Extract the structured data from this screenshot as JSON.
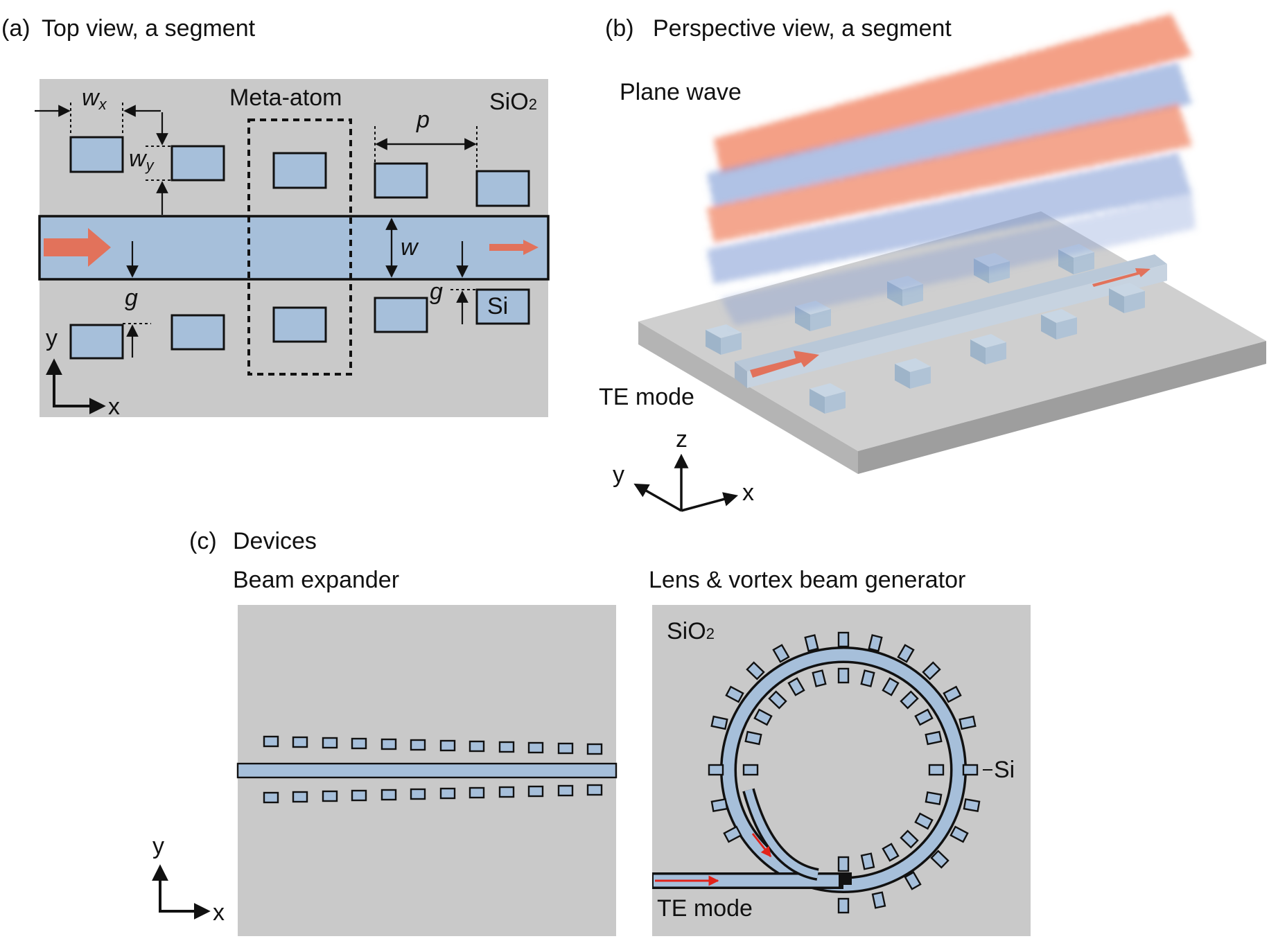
{
  "panel_a": {
    "tag": "(a)",
    "title": "Top view, a segment",
    "meta_atom_label": "Meta-atom",
    "substrate_label": "SiO",
    "substrate_sub": "2",
    "si_label": "Si",
    "wx_label": "w",
    "wx_sub": "x",
    "wy_label": "w",
    "wy_sub": "y",
    "p_label": "p",
    "w_label": "w",
    "g_label_left": "g",
    "g_label_right": "g",
    "axis_y": "y",
    "axis_x": "x"
  },
  "panel_b": {
    "tag": "(b)",
    "title": "Perspective view, a segment",
    "plane_wave_label": "Plane wave",
    "te_mode_label": "TE mode",
    "axis_z": "z",
    "axis_y": "y",
    "axis_x": "x"
  },
  "panel_c": {
    "tag": "(c)",
    "title": "Devices",
    "beam_expander_label": "Beam expander",
    "lens_label": "Lens & vortex beam generator",
    "substrate_label": "SiO",
    "substrate_sub": "2",
    "si_label": "Si",
    "te_mode_label": "TE mode",
    "axis_y": "y",
    "axis_x": "x"
  },
  "colors": {
    "substrate": "#c9c9c9",
    "silicon": "#a6bfda",
    "arrow_orange": "#e2725b",
    "arrow_red": "#e2231a",
    "wave_orange": "#f0805e",
    "wave_blue": "#6f8fcf"
  }
}
